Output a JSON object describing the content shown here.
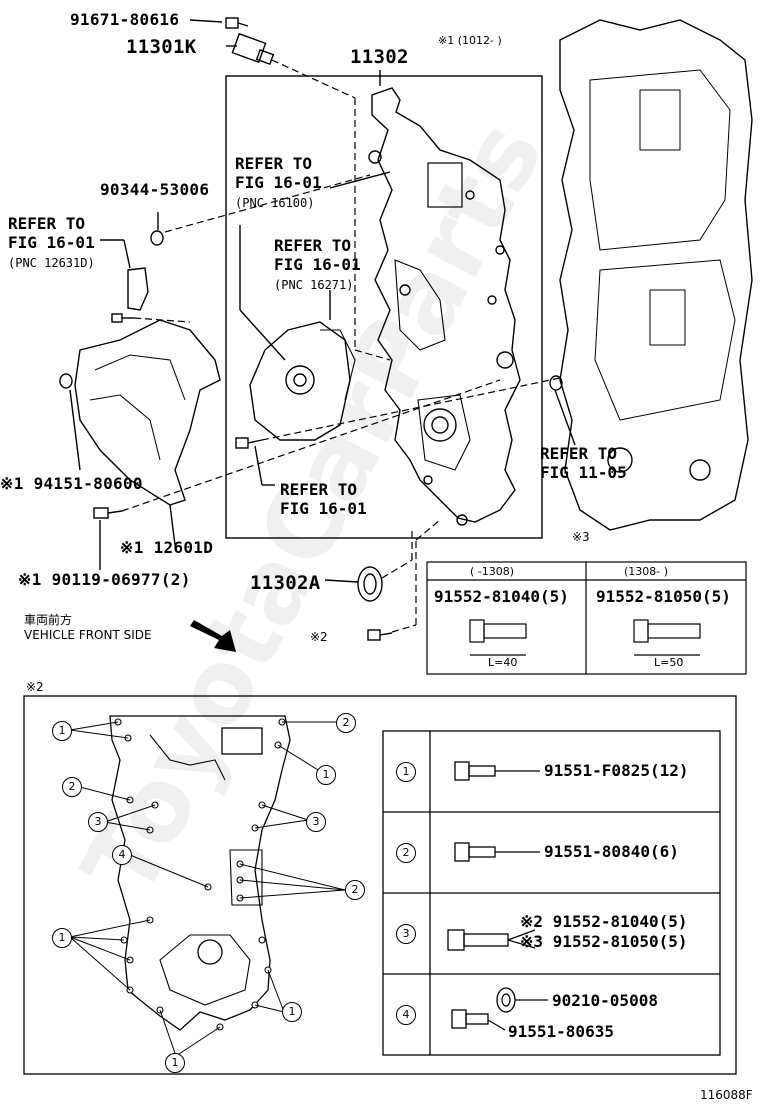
{
  "parts": {
    "p91671": "91671-80616",
    "p11301k": "11301K",
    "p11302": "11302",
    "p90344": "90344-53006",
    "p94151": "※1 94151-80600",
    "p12601d": "※1 12601D",
    "p90119": "※1 90119-06977(2)",
    "p11302a": "11302A",
    "note1": "※1 (1012-    )",
    "note2_marker": "※2",
    "note3_marker": "※3"
  },
  "refers": {
    "r1": {
      "line1": "REFER TO",
      "line2": "FIG 16-01",
      "pnc": "(PNC 16100)"
    },
    "r2": {
      "line1": "REFER TO",
      "line2": "FIG 16-01",
      "pnc": "(PNC 12631D)"
    },
    "r3": {
      "line1": "REFER TO",
      "line2": "FIG 16-01",
      "pnc": "(PNC 16271)"
    },
    "r4": {
      "line1": "REFER TO",
      "line2": "FIG 16-01"
    },
    "r5": {
      "line1": "REFER TO",
      "line2": "FIG 11-05"
    }
  },
  "direction": {
    "jp": "車両前方",
    "en": "VEHICLE FRONT SIDE"
  },
  "bolt_table": {
    "marker": "※3",
    "col1_head": "(     -1308)",
    "col2_head": "(1308-     )",
    "col1_pn": "91552-81040(5)",
    "col2_pn": "91552-81050(5)",
    "col1_len": "L=40",
    "col2_len": "L=50"
  },
  "detail": {
    "marker": "※2",
    "legend": [
      {
        "num": "1",
        "pn": "91551-F0825(12)"
      },
      {
        "num": "2",
        "pn": "91551-80840(6)"
      },
      {
        "num": "3",
        "pn_a": "※2 91552-81040(5)",
        "pn_b": "※3 91552-81050(5)"
      },
      {
        "num": "4",
        "pn_a": "90210-05008",
        "pn_b": "91551-80635"
      }
    ],
    "callouts": {
      "c1": "1",
      "c2": "2",
      "c3": "3",
      "c4": "4"
    }
  },
  "figure_id": "116088F",
  "watermark": "ToyotaCarParts"
}
